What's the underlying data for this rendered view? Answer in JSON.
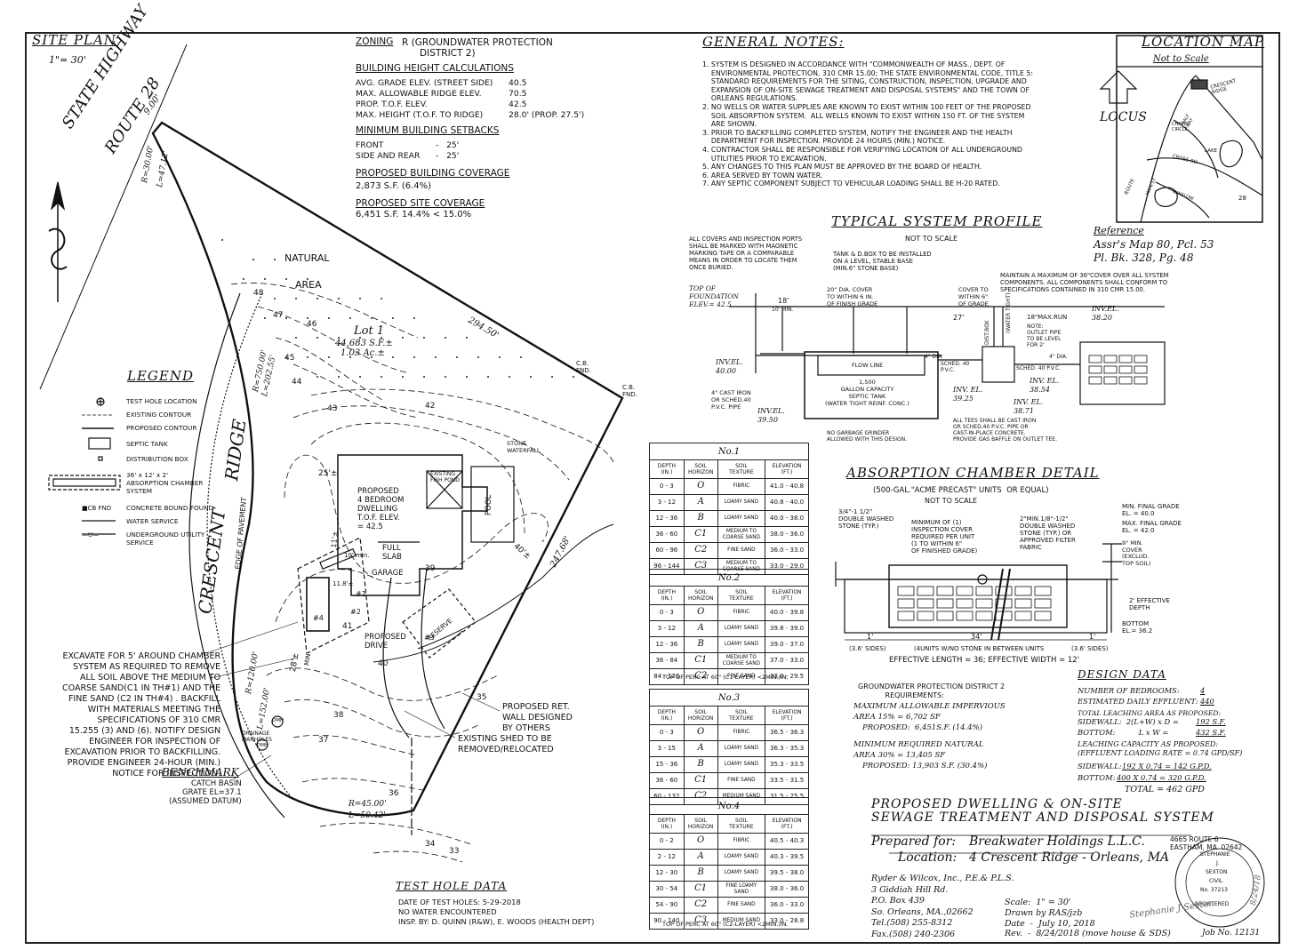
{
  "site_plan": {
    "title": "SITE PLAN",
    "scale": "1\"= 30'"
  },
  "highway": {
    "line1": "STATE HIGHWAY",
    "line2": "ROUTE 28"
  },
  "street": {
    "name": "CRESCENT",
    "name2": "RIDGE",
    "edge": "EDGE OF PAVEMENT"
  },
  "site_labels": {
    "natural": "NATURAL",
    "area": "AREA",
    "lot": "Lot 1",
    "lot_sf": "44,683 S.F.±",
    "lot_ac": "1.03 Ac.±",
    "dwelling": "PROPOSED\n4 BEDROOM\nDWELLING\nT.O.F. ELEV.\n= 42.5",
    "full_slab": "FULL\nSLAB",
    "garage": "GARAGE",
    "pool": "POOL",
    "fish_pond": "EXISTING\nFISH POND",
    "waterfall": "STONE\nWATERFALL",
    "drive": "PROPOSED\nDRIVE",
    "reserve": "RESERVE",
    "cb1": "C.B.\nFND.",
    "cb2": "C.B.\nFND.",
    "dist1": "294.50'",
    "dist2": "247.68'",
    "dist3": "9.00'",
    "arc1": "L=47.12'",
    "arc1r": "R=30.00'",
    "arc2": "L=202.55'",
    "arc2r": "R=750.00'",
    "arc3": "L=152.00'",
    "arc3r": "R=120.00'",
    "arc4": "R=45.00'",
    "arc5": "L=50.42'",
    "c48": "48",
    "c47": "47",
    "c46": "46",
    "c45": "45",
    "c44": "44",
    "c43": "43",
    "c42": "42",
    "c41": "41",
    "c40": "40",
    "c39": "39",
    "c38": "38",
    "c37": "37",
    "c36": "36",
    "c35": "35",
    "c34": "34",
    "c33": "33",
    "drain": "DRAINAGE\nMANHOLES",
    "dmh1": "DMH",
    "dmh2": "DMH",
    "ret_wall": "PROPOSED RET.\nWALL DESIGNED\nBY OTHERS",
    "shed": "EXISTING SHED TO BE\nREMOVED/RELOCATED",
    "setback1": "25'±",
    "setback2": "28'±",
    "setback3": "40'±",
    "setback4": "11'±",
    "min": "MIN.",
    "th1": "#1",
    "th2": "#2",
    "th3": "#3",
    "th4": "#4",
    "dmh_min": "10' min.",
    "dim18": "11.8'±"
  },
  "excavate_note": "EXCAVATE FOR 5' AROUND CHAMBER\nSYSTEM AS REQUIRED TO REMOVE\nALL SOIL ABOVE THE MEDIUM TO\nCOARSE SAND(C1 IN TH#1) AND THE\nFINE SAND (C2 IN TH#4) . BACKFILL\nWITH MATERIALS MEETING THE\nSPECIFICATIONS OF 310 CMR\n15.255 (3) AND (6). NOTIFY DESIGN\nENGINEER FOR INSPECTION OF\nEXCAVATION PRIOR TO BACKFILLING.\nPROVIDE ENGINEER 24-HOUR (MIN.)\nNOTICE FOR INSPECTION.",
  "benchmark": {
    "title": "BENCHMARK",
    "text": "CATCH BASIN\nGRATE EL=37.1\n(ASSUMED DATUM)"
  },
  "legend": {
    "title": "LEGEND",
    "items": [
      {
        "sym": "⊕",
        "label": "TEST HOLE LOCATION"
      },
      {
        "sym": "--52--",
        "label": "EXISTING CONTOUR"
      },
      {
        "sym": "——52——",
        "label": "PROPOSED CONTOUR"
      },
      {
        "sym": "▢○▢",
        "label": "SEPTIC TANK"
      },
      {
        "sym": "▫",
        "label": "DISTRIBUTION BOX"
      },
      {
        "sym": "",
        "label": "36' x 12' x 2'\nABSORPTION CHAMBER\nSYSTEM"
      },
      {
        "sym": "■CB FND",
        "label": "CONCRETE BOUND FOUND"
      },
      {
        "sym": "—W—",
        "label": "WATER SERVICE"
      },
      {
        "sym": "—U—",
        "label": "UNDERGROUND UTILITY\nSERVICE"
      }
    ]
  },
  "zoning": {
    "zoning_title": "ZONING",
    "zoning_val": "R (GROUNDWATER PROTECTION\n      DISTRICT 2)",
    "bh_title": "BUILDING HEIGHT CALCULATIONS",
    "bh_rows": [
      {
        "label": "AVG. GRADE ELEV. (STREET SIDE)",
        "value": "40.5"
      },
      {
        "label": "MAX. ALLOWABLE RIDGE ELEV.",
        "value": "70.5"
      },
      {
        "label": "PROP. T.O.F. ELEV.",
        "value": "42.5"
      },
      {
        "label": "MAX. HEIGHT (T.O.F. TO RIDGE)",
        "value": "28.0' (PROP. 27.5')"
      }
    ],
    "sb_title": "MINIMUM BUILDING SETBACKS",
    "sb_rows": [
      {
        "label": "FRONT",
        "value": "-   25'"
      },
      {
        "label": "SIDE AND REAR",
        "value": "-   25'"
      }
    ],
    "pbc_title": "PROPOSED BUILDING COVERAGE",
    "pbc_val": "2,873 S.F. (6.4%)",
    "psc_title": "PROPOSED SITE COVERAGE",
    "psc_val": "6,451 S.F. 14.4% < 15.0%"
  },
  "general_notes": {
    "title": "GENERAL NOTES:",
    "text": "1. SYSTEM IS DESIGNED IN ACCORDANCE WITH \"COMMONWEALTH OF MASS., DEPT. OF\n    ENVIRONMENTAL PROTECTION, 310 CMR 15.00; THE STATE ENVIRONMENTAL CODE, TITLE 5:\n    STANDARD REQUIREMENTS FOR THE SITING, CONSTRUCTION, INSPECTION, UPGRADE AND\n    EXPANSION OF ON-SITE SEWAGE TREATMENT AND DISPOSAL SYSTEMS\" AND THE TOWN OF\n    ORLEANS REGULATIONS.\n2. NO WELLS OR WATER SUPPLIES ARE KNOWN TO EXIST WITHIN 100 FEET OF THE PROPOSED\n    SOIL ABSORPTION SYSTEM.  ALL WELLS KNOWN TO EXIST WITHIN 150 FT. OF THE SYSTEM\n    ARE SHOWN.\n3. PRIOR TO BACKFILLING COMPLETED SYSTEM, NOTIFY THE ENGINEER AND THE HEALTH\n    DEPARTMENT FOR INSPECTION. PROVIDE 24 HOURS (MIN.) NOTICE.\n4. CONTRACTOR SHALL BE RESPONSIBLE FOR VERIFYING LOCATION OF ALL UNDERGROUND\n    UTILITIES PRIOR TO EXCAVATION.\n5. ANY CHANGES TO THIS PLAN MUST BE APPROVED BY THE BOARD OF HEALTH.\n6. AREA SERVED BY TOWN WATER.\n7. ANY SEPTIC COMPONENT SUBJECT TO VEHICULAR LOADING SHALL BE H-20 RATED."
  },
  "location_map": {
    "title": "LOCATION MAP",
    "subtitle": "Not to Scale",
    "locus": "LOCUS",
    "crescent": "CRESCENT\nRIDGE",
    "halfway": "HALF\nWAY",
    "chapin": "CHAPIN\nCIRCLE",
    "lake": "LAKE",
    "cross": "CROSS RD.",
    "route": "ROUTE",
    "main_st": "MAIN ST",
    "winslow": "WINSLOW",
    "r28": "28"
  },
  "reference": {
    "title": "Reference",
    "line1": "Assr's Map 80, Pcl. 53",
    "line2": "Pl. Bk. 328, Pg. 48"
  },
  "profile": {
    "title": "TYPICAL SYSTEM PROFILE",
    "subtitle": "NOT TO SCALE",
    "n1": "ALL COVERS AND INSPECTION PORTS\nSHALL BE MARKED WITH MAGNETIC\nMARKING TAPE OR A COMPARABLE\nMEANS IN ORDER TO LOCATE THEM\nONCE BURIED.",
    "n2": "TANK & D.BOX TO BE INSTALLED\nON A LEVEL, STABLE BASE\n(MIN.6\" STONE BASE)",
    "n3": "MAINTAIN A MAXIMUM OF 36\"COVER OVER ALL SYSTEM\nCOMPONENTS. ALL COMPONENTS SHALL CONFORM TO\nSPECIFICATIONS CONTAINED IN 310 CMR 15.00.",
    "tof": "TOP OF\nFOUNDATION\nELEV.= 42.5",
    "d18": "18'",
    "min10": "10' MIN.",
    "cover20": "20\" DIA. COVER\nTO WITHIN 6 IN.\nOF FINISH GRADE",
    "cover6": "COVER TO\nWITHIN 6\"\nOF GRADE",
    "d27": "27'",
    "run18": "18\"MAX.RUN",
    "outlet": "NOTE:\nOUTLET PIPE\nTO BE LEVEL\nFOR 2'",
    "dia4a": "4\" DIA.",
    "dia4b": "4\" DIA.",
    "inv1": "INV.EL.\n40.00",
    "castiron": "4\" CAST IRON\nOR SCHED.40\nP.V.C. PIPE",
    "inv2": "INV.EL.\n39.50",
    "flowline": "FLOW LINE",
    "tank": "1,500\nGALLON CAPACITY\nSEPTIC TANK\n(WATER TIGHT REINF. CONC.)",
    "sched40a": "SCHED. 40\nP.V.C.",
    "sched40b": "SCHED. 40 P.V.C.",
    "inv3": "INV. EL.\n39.25",
    "inv4": "INV. EL.\n38.54",
    "inv5": "INV. EL.\n38.71",
    "inv6": "INV.EL.\n38.20",
    "grinder": "NO GARBAGE GRINDER\nALLOWED WITH THIS DESIGN.",
    "tees": "ALL TEES SHALL BE CAST IRON\nOR SCHED.40 P.V.C. PIPE OR\nCAST-IN-PLACE CONCRETE.\nPROVIDE GAS BAFFLE ON OUTLET TEE.",
    "dbox": "DIST.BOX",
    "watertight": "(WATER TIGHT)"
  },
  "chamber": {
    "title": "ABSORPTION CHAMBER DETAIL",
    "subtitle": "(500-GAL.\"ACME PRECAST\" UNITS  OR EQUAL)",
    "subtitle2": "NOT TO SCALE",
    "stone1": "3/4\"-1 1/2\"\nDOUBLE WASHED\nSTONE (TYP.)",
    "insp": "MINIMUM OF (1)\nINSPECTION COVER\nREQUIRED PER UNIT\n(1 TO WITHIN 6\"\nOF FINISHED GRADE)",
    "stone2": "2\"MIN.1/8\"-1/2\"\nDOUBLE WASHED\nSTONE (TYP.) OR\nAPPROVED FILTER\nFABRIC",
    "minfg": "MIN. FINAL GRADE\nEL. = 40.0",
    "maxfg": "MAX. FINAL GRADE\nEL. = 42.0",
    "mincover": "9\" MIN.\nCOVER\n(EXCLUD.\nTOP SOIL)",
    "eff": "2' EFFECTIVE\nDEPTH",
    "bottom": "BOTTOM\nEL.= 36.2",
    "d1a": "1'",
    "d34": "34'",
    "d1b": "1'",
    "sides1": "(3.6' SIDES)",
    "units": "(4UNITS W/NO STONE IN BETWEEN UNITS",
    "sides2": "(3.6' SIDES)",
    "efflen": "EFFECTIVE LENGTH = 36; EFFECTIVE WIDTH = 12'"
  },
  "groundwater": {
    "title": "GROUNDWATER PROTECTION DISTRICT 2\n            REQUIREMENTS:",
    "t1": "MAXIMUM ALLOWABLE IMPERVIOUS",
    "a1": "AREA 15% = 6,702 SF",
    "p1": "PROPOSED:  6,451S.F. (14.4%)",
    "t2": "MINIMUM REQUIRED NATURAL",
    "a2": "AREA 30% = 13,405 SF",
    "p2": "PROPOSED: 13,903 S.F. (30.4%)"
  },
  "design_data": {
    "title": "DESIGN DATA",
    "bedrooms_label": "NUMBER OF BEDROOMS:",
    "bedrooms": "4",
    "flow_label": "ESTIMATED DAILY EFFLUENT:",
    "flow": "440",
    "tla": "TOTAL LEACHING AREA AS PROPOSED:",
    "sw_label": "SIDEWALL:  2(L+W) x D =",
    "sw": "192 S.F.",
    "bt_label": "BOTTOM:          L x W =",
    "bt": "432 S.F.",
    "lc": "LEACHING CAPACITY AS PROPOSED:\n(EFFLUENT LOADING RATE = 0.74 GPD/SF)",
    "sw2_label": "SIDEWALL:",
    "sw2": "192 X 0.74 = 142 G.P.D.",
    "bt2_label": "BOTTOM:",
    "bt2": "400 X 0.74 = 320 G.P.D.",
    "total": "TOTAL = 462 GPD"
  },
  "test_tables": [
    {
      "title": "No.1",
      "rows": [
        [
          "0 - 3",
          "O",
          "FIBRIC",
          "41.0 - 40.8"
        ],
        [
          "3 - 12",
          "A",
          "LOAMY SAND",
          "40.8 - 40.0"
        ],
        [
          "12 - 36",
          "B",
          "LOAMY SAND",
          "40.0 - 38.0"
        ],
        [
          "36 - 60",
          "C1",
          "MEDIUM TO\nCOARSE SAND",
          "38.0 - 36.0"
        ],
        [
          "60 - 96",
          "C2",
          "FINE SAND",
          "36.0 - 33.0"
        ],
        [
          "96 - 144",
          "C3",
          "MEDIUM TO\nCOARSE SAND",
          "33.0 - 29.0"
        ]
      ],
      "footer": ""
    },
    {
      "title": "No.2",
      "rows": [
        [
          "0 - 3",
          "O",
          "FIBRIC",
          "40.0 - 39.8"
        ],
        [
          "3 - 12",
          "A",
          "LOAMY SAND",
          "39.8 - 39.0"
        ],
        [
          "12 - 36",
          "B",
          "LOAMY SAND",
          "39.0 - 37.0"
        ],
        [
          "36 - 84",
          "C1",
          "MEDIUM TO\nCOARSE SAND",
          "37.0 - 33.0"
        ],
        [
          "84 - 126",
          "C2",
          "FINE SAND",
          "33.0 - 29.5"
        ]
      ],
      "footer": "TOP OF PERC AT 60\" (C1-LAYER) <2MIN./IN."
    },
    {
      "title": "No.3",
      "rows": [
        [
          "0 - 3",
          "O",
          "FIBRIC",
          "36.5 - 36.3"
        ],
        [
          "3 - 15",
          "A",
          "LOAMY SAND",
          "36.3 - 35.3"
        ],
        [
          "15 - 36",
          "B",
          "LOAMY SAND",
          "35.3 - 33.5"
        ],
        [
          "36 - 60",
          "C1",
          "FINE SAND",
          "33.5 - 31.5"
        ],
        [
          "60 - 132",
          "C2",
          "MEDIUM SAND",
          "31.5 - 25.5"
        ]
      ],
      "footer": ""
    },
    {
      "title": "No.4",
      "rows": [
        [
          "0 - 2",
          "O",
          "FIBRIC",
          "40.5 - 40.3"
        ],
        [
          "2 - 12",
          "A",
          "LOAMY SAND",
          "40.3 - 39.5"
        ],
        [
          "12 - 30",
          "B",
          "LOAMY SAND",
          "39.5 - 38.0"
        ],
        [
          "30 - 54",
          "C1",
          "FINE LOAMY\nSAND",
          "38.0 - 36.0"
        ],
        [
          "54 - 90",
          "C2",
          "FINE SAND",
          "36.0 - 33.0"
        ],
        [
          "90 - 140",
          "C3",
          "MEDIUM SAND",
          "33.0 - 28.8"
        ]
      ],
      "footer": "TOP OF PERC AT 60\" (C2-LAYER) <2MIN./IN."
    }
  ],
  "table_header": {
    "depth": "DEPTH\n(IN.)",
    "soil": "SOIL\nHORIZON",
    "texture": "SOIL\nTEXTURE",
    "elev": "ELEVATION\n(FT.)"
  },
  "test_hole_data": {
    "title": "TEST HOLE DATA",
    "text": "DATE OF TEST HOLES: 5-29-2018\nNO WATER ENCOUNTERED\nINSP. BY: D. QUINN (R&W), E. WOODS (HEALTH DEPT)"
  },
  "title_block": {
    "line1": "PROPOSED DWELLING & ON-SITE",
    "line2": "SEWAGE TREATMENT AND DISPOSAL SYSTEM",
    "prepared_label": "Prepared for:",
    "prepared": "Breakwater Holdings L.L.C.",
    "address": "4665 ROUTE 6\nEASTHAM, MA. 02642",
    "location_label": "Location:",
    "location": "4 Crescent Ridge - Orleans, MA",
    "firm": "Ryder & Wilcox, Inc., P.E.& P.L.S.\n3 Giddiah Hill Rd.\nP.O. Box 439\nSo. Orleans, MA.,02662\nTel.(508) 255-8312\nFax.(508) 240-2306",
    "scale": "Scale:  1\" = 30'",
    "drawn": "Drawn by RAS/jzb",
    "date": "Date  -  July 10, 2018",
    "rev": "Rev.  -  8/24/2018 (move house & SDS)",
    "job": "Job No. 12131"
  },
  "seal": {
    "line1": "STEPHANIE",
    "line2": "J.",
    "line3": "SEXTON",
    "line4": "CIVIL",
    "line5": "No. 37213",
    "line6": "REGISTERED",
    "sig": "Stephanie J Sexton",
    "sig_date": "8/24/18"
  }
}
